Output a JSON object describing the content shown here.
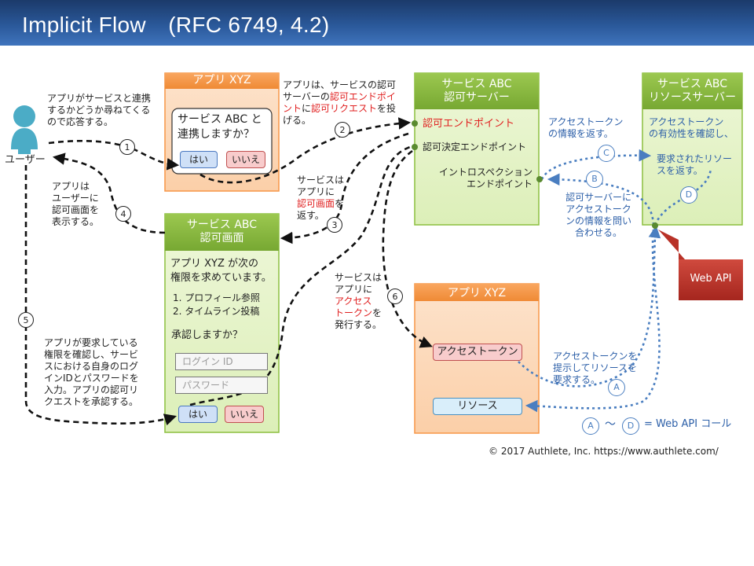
{
  "header": {
    "title": "Implicit Flow　(RFC 6749, 4.2)"
  },
  "user": {
    "label": "ユーザー"
  },
  "app_top": {
    "title": "アプリ XYZ",
    "dialog_text": "サービス ABC と\n連携しますか？",
    "yes": "はい",
    "no": "いいえ"
  },
  "auth_server": {
    "title": "サービス ABC\n認可サーバー",
    "authz_endpoint": "認可エンドポイント",
    "decision_endpoint": "認可決定エンドポイント",
    "introspection_endpoint": "イントロスペクション\nエンドポイント"
  },
  "resource_server": {
    "title": "サービス ABC\nリソースサーバー",
    "text1": "アクセストークン\nの有効性を確認し、",
    "text2": "要求されたリソー\nスを返す。"
  },
  "consent": {
    "title": "サービス ABC\n認可画面",
    "text": "アプリ XYZ が次の\n権限を求めています。",
    "perm1": "1. プロフィール参照",
    "perm2": "2. タイムライン投稿",
    "confirm": "承認しますか？",
    "login_placeholder": "ログイン ID",
    "password_placeholder": "パスワード",
    "yes": "はい",
    "no": "いいえ"
  },
  "app_bottom": {
    "title": "アプリ XYZ",
    "access_token": "アクセストークン",
    "resource": "リソース"
  },
  "web_api": {
    "label": "Web API"
  },
  "annotations": {
    "step1": "アプリがサービスと連携\nするかどうか尋ねてくる\nので応答する。",
    "step2_a": "アプリは、サービスの認可\nサーバーの",
    "step2_b": "認可エンドポイ\nント",
    "step2_c": "に",
    "step2_d": "認可リクエスト",
    "step2_e": "を投\nげる。",
    "step3_a": "サービスは\nアプリに\n",
    "step3_b": "認可画面",
    "step3_c": "を\n返す。",
    "step4": "アプリは\nユーザーに\n認可画面を\n表示する。",
    "step5": "アプリが要求している\n権限を確認し、サービ\nスにおける自身のログ\nインIDとパスワードを\n入力。アプリの認可リ\nクエストを承認する。",
    "step6_a": "サービスは\nアプリに\n",
    "step6_b": "アクセス\nトークン",
    "step6_c": "を\n発行する。",
    "stepC": "アクセストークン\nの情報を返す。",
    "stepB": "認可サーバーに\nアクセストーク\nンの情報を問い\n合わせる。",
    "stepA": "アクセストークンを\n提示してリソースを\n要求する。"
  },
  "steps": {
    "s1": "1",
    "s2": "2",
    "s3": "3",
    "s4": "4",
    "s5": "5",
    "s6": "6",
    "a": "A",
    "b": "B",
    "c": "C",
    "d": "D"
  },
  "legend": {
    "a": "A",
    "tilde": "〜",
    "d": "D",
    "text": "= Web API コール"
  },
  "footer": {
    "copyright": "© 2017 Authlete, Inc.  https://www.authlete.com/"
  },
  "colors": {
    "orange": "#f79646",
    "green": "#8cbf3f",
    "blue": "#4a7ec0",
    "red": "#c0302a",
    "header": "#2a5899"
  }
}
